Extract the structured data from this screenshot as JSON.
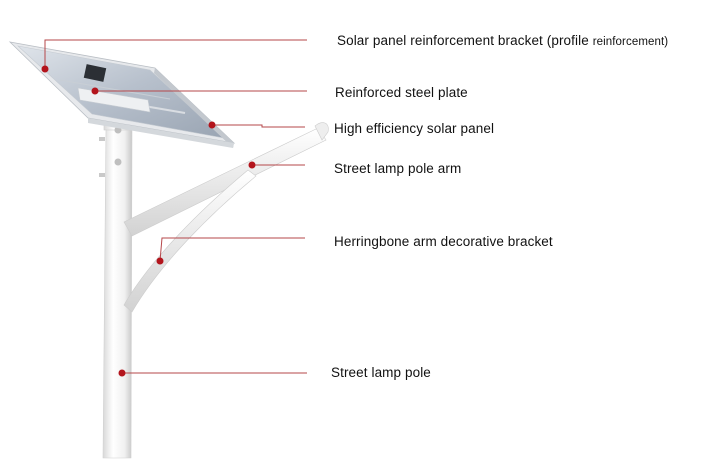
{
  "callouts": [
    {
      "id": "solar-panel-reinforcement-bracket",
      "text": "Solar panel reinforcement bracket (profile",
      "text_small": "reinforcement)"
    },
    {
      "id": "reinforced-steel-plate",
      "text": "Reinforced steel plate"
    },
    {
      "id": "high-efficiency-solar-panel",
      "text": "High efficiency solar panel"
    },
    {
      "id": "street-lamp-pole-arm",
      "text": "Street lamp pole arm"
    },
    {
      "id": "herringbone-arm-decorative-bracket",
      "text": "Herringbone arm decorative bracket"
    },
    {
      "id": "street-lamp-pole",
      "text": "Street lamp pole"
    }
  ],
  "colors": {
    "leader_line": "#b5474a",
    "marker_dot": "#b3141c",
    "pole_white": "#f4f4f4",
    "panel_frame": "#cfd3d8",
    "panel_cells": "#a9b3c0"
  }
}
